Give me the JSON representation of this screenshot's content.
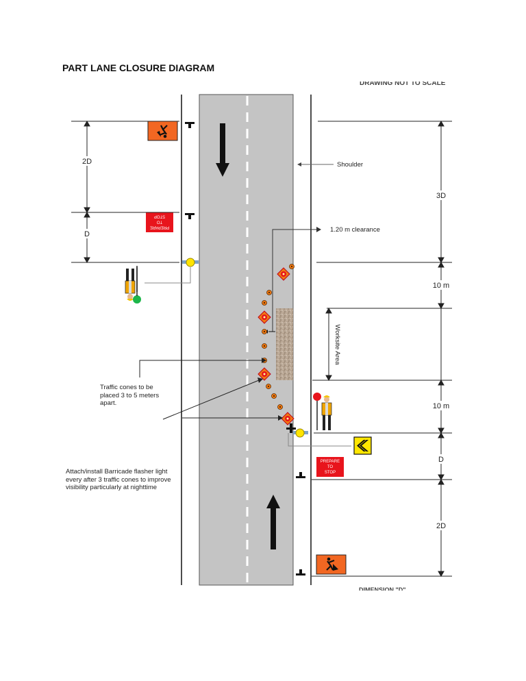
{
  "title": "PART LANE CLOSURE DIAGRAM",
  "header_cut_text": "DRAWING NOT TO SCALE",
  "footer_cut_text": "DIMENSION \"D\"",
  "labels": {
    "shoulder": "Shoulder",
    "clearance": "1.20 m clearance",
    "worksite": "Worksite Area",
    "dim_2d": "2D",
    "dim_d": "D",
    "dim_3d": "3D",
    "dim_10m": "10 m"
  },
  "signs": {
    "prepare_to_stop": [
      "PREPARE",
      "TO",
      "STOP"
    ]
  },
  "notes": {
    "cones": "Traffic cones to be placed 3 to 5 meters apart.",
    "flasher": "Attach/install Barricade flasher light every after 3 traffic cones to improve visibility particularly at nighttime"
  },
  "colors": {
    "road": "#c4c4c4",
    "sign_orange": "#f26722",
    "sign_red": "#e8141c",
    "cone": "#f07a12",
    "light_yellow": "#ffe400",
    "chevron_yellow": "#ffe600",
    "paddle_red": "#e8141c",
    "paddle_green": "#1db64a"
  },
  "icons": [
    "worker-sign-icon",
    "prepare-to-stop-sign-icon",
    "traffic-cone-icon",
    "barricade-flasher-icon",
    "flagman-icon",
    "chevron-sign-icon",
    "arrow-icon"
  ]
}
